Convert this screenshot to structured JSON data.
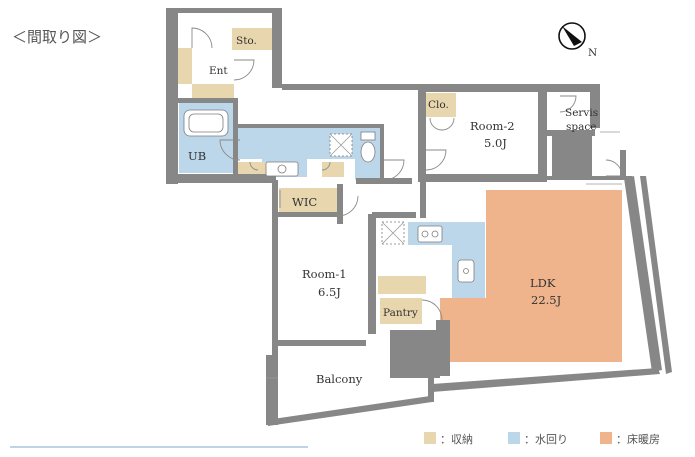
{
  "title": "＜間取り図＞",
  "rooms": {
    "sto": "Sto.",
    "ent": "Ent",
    "ub": "UB",
    "clo": "Clo.",
    "room2_name": "Room-2",
    "room2_size": "5.0J",
    "servis_line1": "Servis",
    "servis_line2": "space",
    "wic": "WIC",
    "room1_name": "Room-1",
    "room1_size": "6.5J",
    "ldk_name": "LDK",
    "ldk_size": "22.5J",
    "pantry": "Pantry",
    "balcony": "Balcony"
  },
  "legend": [
    {
      "key": "storage",
      "label": "：収納",
      "color": "#e8d6ae"
    },
    {
      "key": "water",
      "label": "：水回り",
      "color": "#bcd6ea"
    },
    {
      "key": "floor_heating",
      "label": "：床暖房",
      "color": "#f0b48c"
    }
  ],
  "colors": {
    "wall": "#878787",
    "storage": "#e8d6ae",
    "water": "#bcd6ea",
    "floor_heating": "#f0b48c",
    "compass": "#111111"
  },
  "compass": {
    "north_label": "N"
  }
}
